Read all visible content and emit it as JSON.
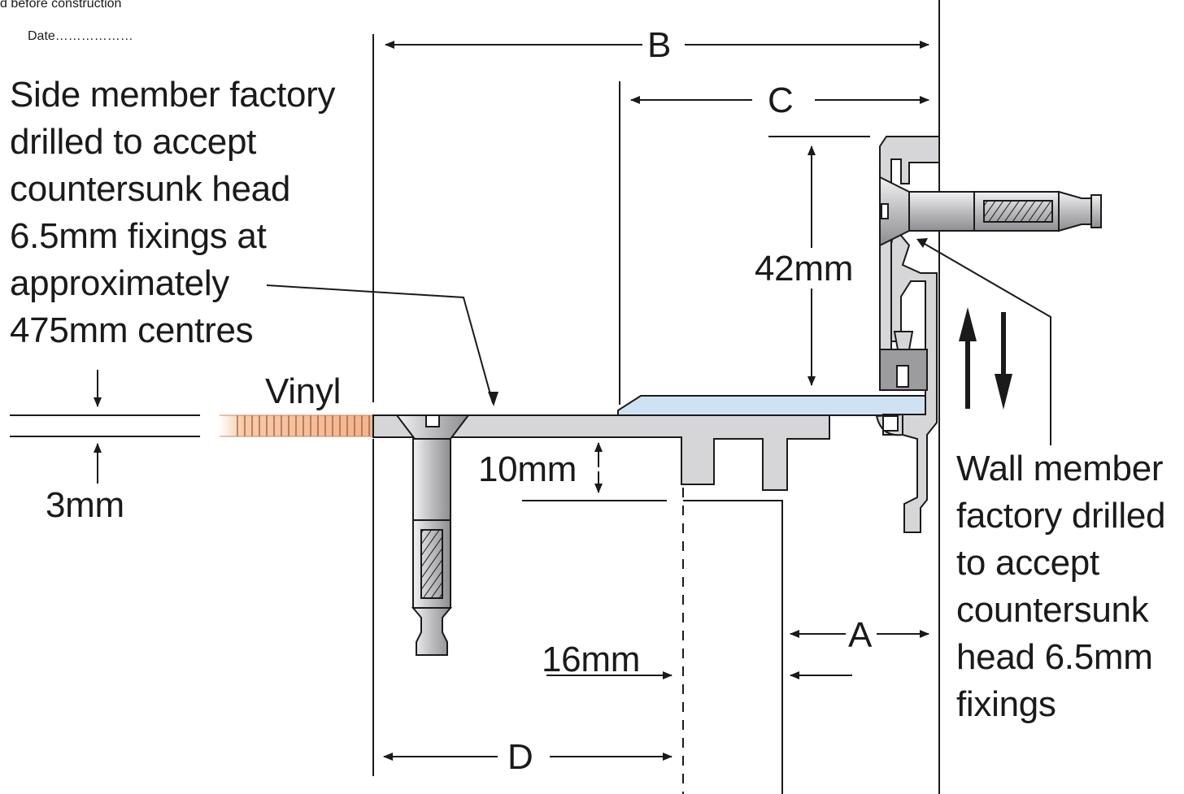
{
  "header": {
    "fragment": "d before construction",
    "date": "Date………………"
  },
  "labels": {
    "side_member_note": [
      "Side member factory",
      "drilled to accept",
      "countersunk head",
      "6.5mm fixings at",
      "approximately",
      "475mm centres"
    ],
    "wall_member_note": [
      "Wall member",
      "factory drilled",
      "to accept",
      "countersunk",
      "head 6.5mm",
      "fixings"
    ],
    "vinyl": "Vinyl"
  },
  "dimensions": {
    "A": "A",
    "B": "B",
    "C": "C",
    "D": "D",
    "height_42": "42mm",
    "height_10": "10mm",
    "width_16": "16mm",
    "thickness_3": "3mm"
  },
  "colors": {
    "line": "#1a1a1a",
    "metal_fill": "#d6d6d8",
    "metal_dark": "#a8a8ab",
    "insert_fill": "#9c9c9f",
    "glass_blue": "#cfe2f3",
    "vinyl_orange": "#f3b48c"
  }
}
